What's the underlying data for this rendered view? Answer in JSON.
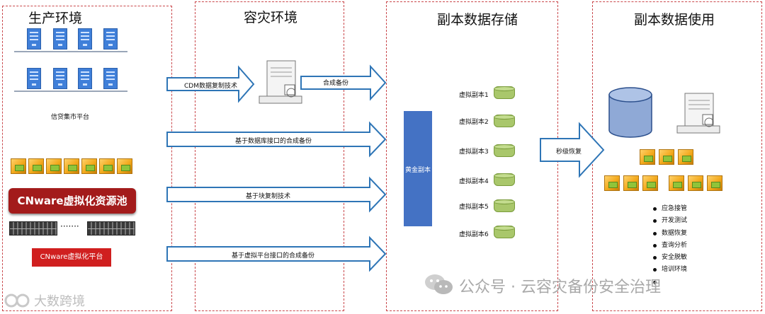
{
  "panels": {
    "production": {
      "title": "生产环境"
    },
    "disaster_recovery": {
      "title": "容灾环境"
    },
    "replica_storage": {
      "title": "副本数据存储"
    },
    "replica_usage": {
      "title": "副本数据使用"
    }
  },
  "production": {
    "server_group_label": "信贷集市平台",
    "pool_label": "CNware虚拟化资源池",
    "rack_ellipsis": "·······",
    "platform_label": "CNware虚拟化平台"
  },
  "arrows": {
    "cdm_replication": "CDM数据复制技术",
    "synthetic_backup": "合成备份",
    "db_interface_backup": "基于数据库接口的合成备份",
    "block_replication": "基于块复制技术",
    "virt_interface_backup": "基于虚拟平台接口的合成备份",
    "second_recovery": "秒级恢复"
  },
  "storage": {
    "golden_copy": "黄金副本",
    "virtual_copies": [
      "虚拟副本1",
      "虚拟副本2",
      "虚拟副本3",
      "虚拟副本4",
      "虚拟副本5",
      "虚拟副本6"
    ]
  },
  "usage": {
    "scenarios": [
      "应急接管",
      "开发测试",
      "数据恢复",
      "查询分析",
      "安全脱敏",
      "培训环境",
      ""
    ]
  },
  "watermarks": {
    "wechat": "公众号 · 云容灾备份安全治理",
    "corner": "大数跨境"
  },
  "colors": {
    "panel_border": "#c9474b",
    "arrow_stroke": "#2e75b6",
    "golden_copy": "#4472c4",
    "pool_banner": "#a31b1b",
    "disk_green": "#a9c76b",
    "server_blue": "#3f7fd9"
  }
}
